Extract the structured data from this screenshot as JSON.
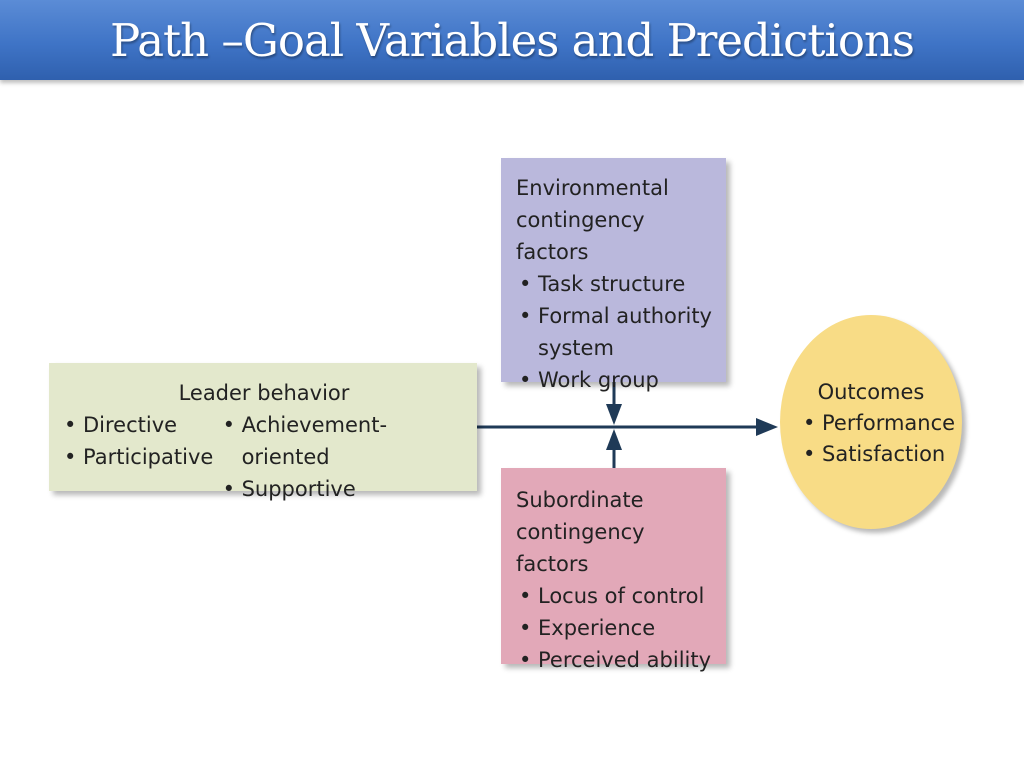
{
  "title": "Path –Goal Variables and Predictions",
  "environmental": {
    "heading_line1": "Environmental",
    "heading_line2": "contingency factors",
    "items": [
      "Task structure",
      "Formal authority",
      "Work group"
    ],
    "item2_cont": "system"
  },
  "leader": {
    "heading": "Leader behavior",
    "items": [
      "Directive",
      "Achievement-oriented",
      "Participative",
      "Supportive"
    ]
  },
  "subordinate": {
    "heading_line1": "Subordinate",
    "heading_line2": "contingency factors",
    "items": [
      "Locus of control",
      "Experience",
      "Perceived ability"
    ]
  },
  "outcomes": {
    "heading": "Outcomes",
    "items": [
      "Performance",
      "Satisfaction"
    ]
  },
  "colors": {
    "title_bar": "#3f74c6",
    "environmental_box": "#bab8dc",
    "subordinate_box": "#e2a8b8",
    "leader_box": "#e3e8cc",
    "outcomes_ellipse": "#f8dc86",
    "arrow": "#1f3a57"
  }
}
